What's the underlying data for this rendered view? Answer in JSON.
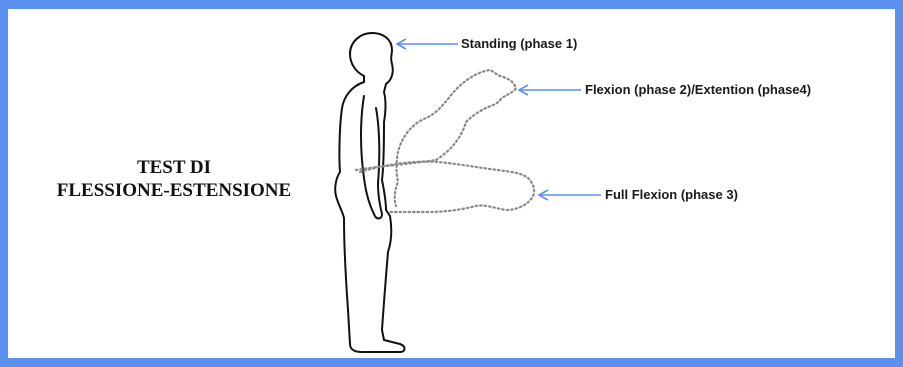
{
  "title": {
    "line1": "TEST DI",
    "line2": "FLESSIONE-ESTENSIONE"
  },
  "labels": {
    "standing": "Standing (phase 1)",
    "flexion": "Flexion (phase 2)/Extention (phase4)",
    "full_flexion": "Full Flexion (phase 3)"
  },
  "colors": {
    "frame": "#5b8ff0",
    "arrow": "#5b8ff0",
    "figure_outline": "#111111",
    "dotted_outline": "#8a8a8a"
  }
}
